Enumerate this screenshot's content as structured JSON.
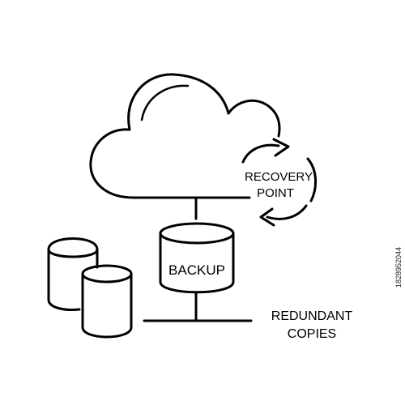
{
  "diagram": {
    "labels": {
      "recovery_line1": "RECOVERY",
      "recovery_line2": "POINT",
      "backup": "BACKUP",
      "redundant_line1": "REDUNDANT",
      "redundant_line2": "COPIES"
    },
    "colors": {
      "stroke": "#000000",
      "background": "#ffffff"
    },
    "icons": [
      "cloud-icon",
      "refresh-arrows-icon",
      "database-icon",
      "database-icon",
      "database-icon"
    ]
  },
  "watermark": {
    "stock_id": "1828952044"
  }
}
